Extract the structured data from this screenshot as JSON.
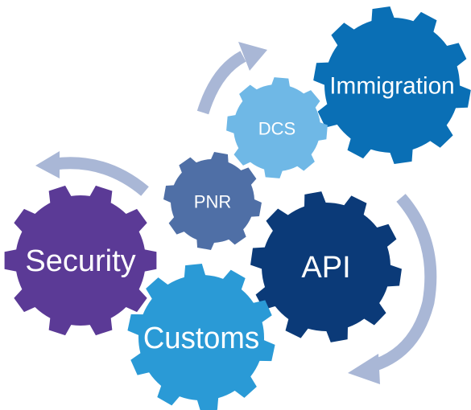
{
  "colors": {
    "arrow": "#a9b7d6",
    "background": "#ffffff"
  },
  "gears": [
    {
      "key": "immigration",
      "label": "Immigration",
      "color": "#0a6fb5",
      "icon": "gear-icon"
    },
    {
      "key": "dcs",
      "label": "DCS",
      "color": "#6fb8e6",
      "icon": "gear-icon"
    },
    {
      "key": "pnr",
      "label": "PNR",
      "color": "#4f6fa6",
      "icon": "gear-icon"
    },
    {
      "key": "api",
      "label": "API",
      "color": "#0b3a78",
      "icon": "gear-icon"
    },
    {
      "key": "security",
      "label": "Security",
      "color": "#5b3a96",
      "icon": "gear-icon"
    },
    {
      "key": "customs",
      "label": "Customs",
      "color": "#2a9ad6",
      "icon": "gear-icon"
    }
  ],
  "arrows": [
    {
      "key": "arrow-to-immigration",
      "icon": "curved-arrow-icon"
    },
    {
      "key": "arrow-to-security",
      "icon": "curved-arrow-icon"
    },
    {
      "key": "arrow-down-right",
      "icon": "curved-arrow-icon"
    }
  ]
}
